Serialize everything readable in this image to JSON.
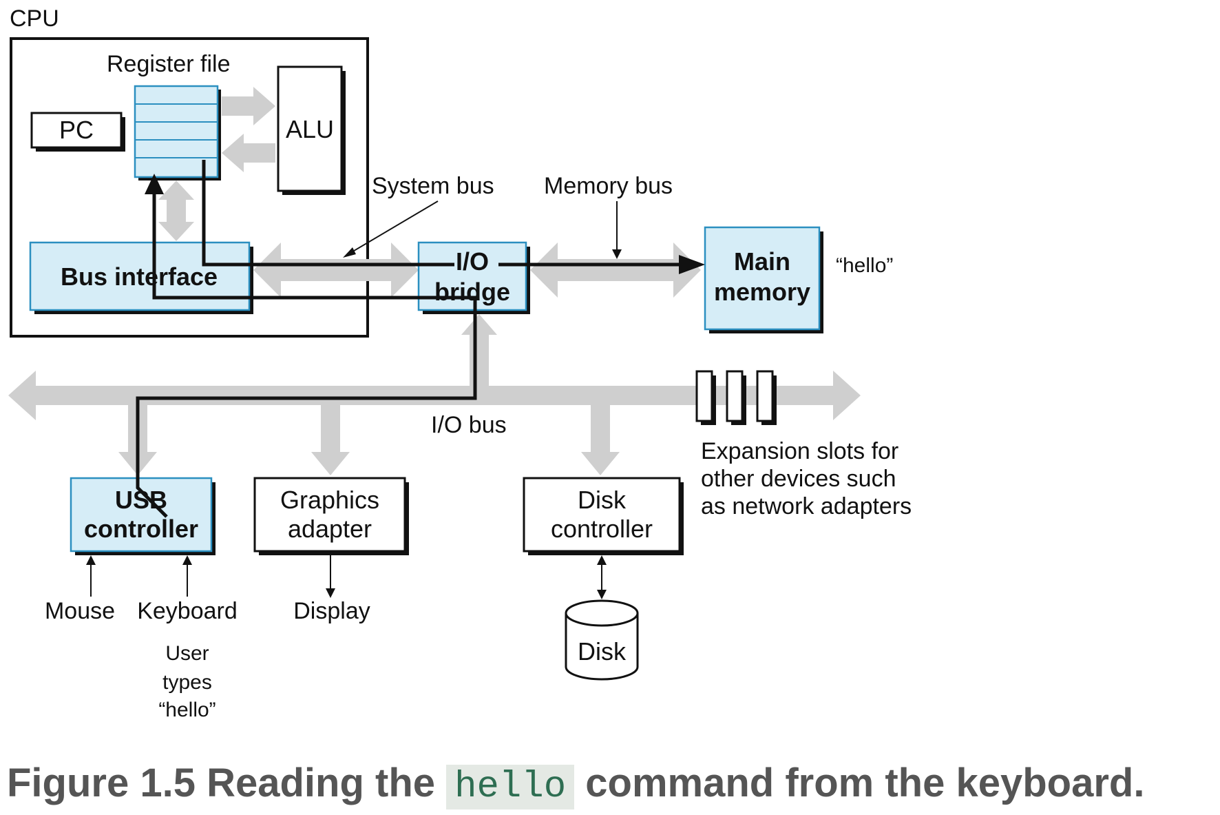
{
  "diagram": {
    "labels": {
      "cpu": "CPU",
      "register_file": "Register file",
      "pc": "PC",
      "alu": "ALU",
      "bus_interface": "Bus interface",
      "system_bus": "System bus",
      "memory_bus": "Memory bus",
      "io_bridge_line1": "I/O",
      "io_bridge_line2": "bridge",
      "main_memory_line1": "Main",
      "main_memory_line2": "memory",
      "hello_in_memory": "“hello”",
      "io_bus": "I/O bus",
      "expansion_line1": "Expansion slots for",
      "expansion_line2": "other devices such",
      "expansion_line3": "as network adapters",
      "usb_line1": "USB",
      "usb_line2": "controller",
      "graphics_line1": "Graphics",
      "graphics_line2": "adapter",
      "disk_controller_line1": "Disk",
      "disk_controller_line2": "controller",
      "mouse": "Mouse",
      "keyboard": "Keyboard",
      "display": "Display",
      "disk": "Disk",
      "user_line1": "User",
      "user_line2": "types",
      "user_line3": "“hello”"
    },
    "colors": {
      "component_fill": "#d6edf7",
      "component_border": "#2b8fc0",
      "bus": "#cfcfcf",
      "caption_text": "#555555",
      "code_text": "#2e6e52",
      "code_background": "#e4e9e4"
    }
  },
  "caption": {
    "before": "Figure 1.5 Reading the ",
    "code": "hello",
    "after": " command from the keyboard."
  }
}
